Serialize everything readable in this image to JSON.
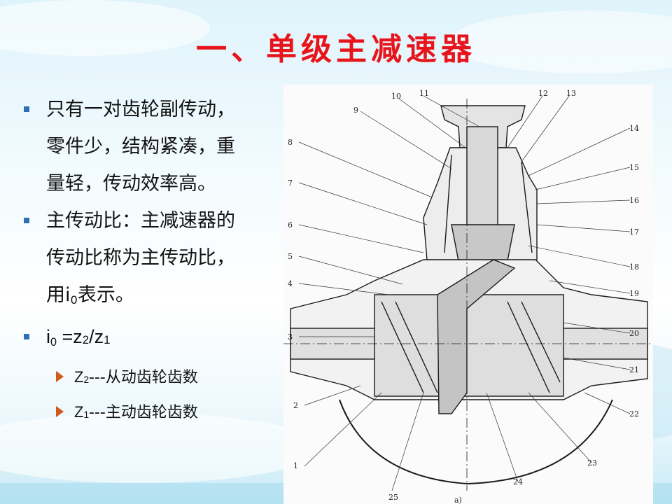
{
  "slide": {
    "title": "一、单级主减速器",
    "bullets": [
      {
        "lines": [
          "只有一对齿轮副传动，",
          "零件少，结构紧凑，重",
          "量轻，传动效率高。"
        ]
      },
      {
        "lines": [
          "主传动比：主减速器的",
          "传动比称为主传动比，"
        ],
        "last_prefix": "用i",
        "last_sub": "0",
        "last_suffix": "表示。"
      }
    ],
    "formula": {
      "a": "i",
      "a_sub": "0",
      "mid": " =z",
      "b_sub": "2",
      "slash": "/z",
      "c_sub": "1"
    },
    "sub_bullets": [
      {
        "prefix": "Z",
        "sub": "2",
        "text": "---从动齿轮齿数"
      },
      {
        "prefix": "Z",
        "sub": "1",
        "text": "---主动齿轮齿数"
      }
    ]
  },
  "figure": {
    "labels": [
      "1",
      "2",
      "3",
      "4",
      "5",
      "6",
      "7",
      "8",
      "9",
      "10",
      "11",
      "12",
      "13",
      "14",
      "15",
      "16",
      "17",
      "18",
      "19",
      "20",
      "21",
      "22",
      "23",
      "24",
      "25"
    ],
    "caption": "a)"
  },
  "colors": {
    "title": "#e8141b",
    "bullet": "#2e6fb6",
    "arrow": "#d25a1a"
  }
}
